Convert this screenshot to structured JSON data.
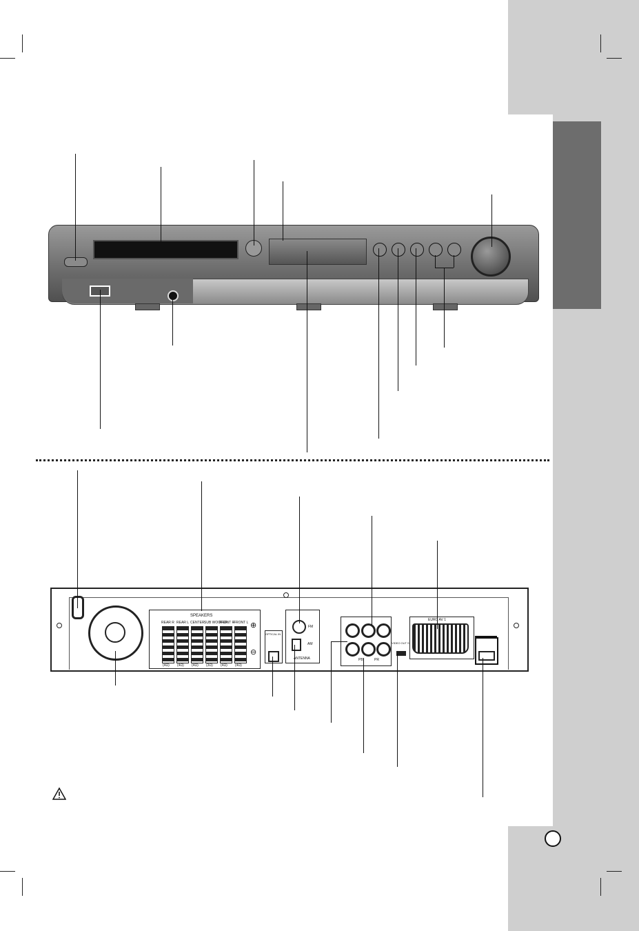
{
  "page_circle": "",
  "rear_panel": {
    "speakers_header": "SPEAKERS",
    "speaker_channels": [
      "REAR R",
      "REAR L",
      "CENTER",
      "SUB WOOFER",
      "FRONT R",
      "FRONT L"
    ],
    "speaker_impedances": [
      "(4Ω)",
      "(4Ω)",
      "(4Ω)",
      "(3Ω)",
      "(4Ω)",
      "(4Ω)"
    ],
    "optical_label": "OPTICAL IN",
    "fm_label": "FM",
    "am_label": "AM",
    "antenna_label": "ANTENNA",
    "euro_av_label": "EURO AV 1",
    "video_out_label": "VIDEO OUT SELECTOR",
    "pb_label": "PB",
    "pr_label": "PR"
  },
  "icons": [
    "warning-triangle-icon",
    "fan-icon",
    "knob-icon"
  ]
}
